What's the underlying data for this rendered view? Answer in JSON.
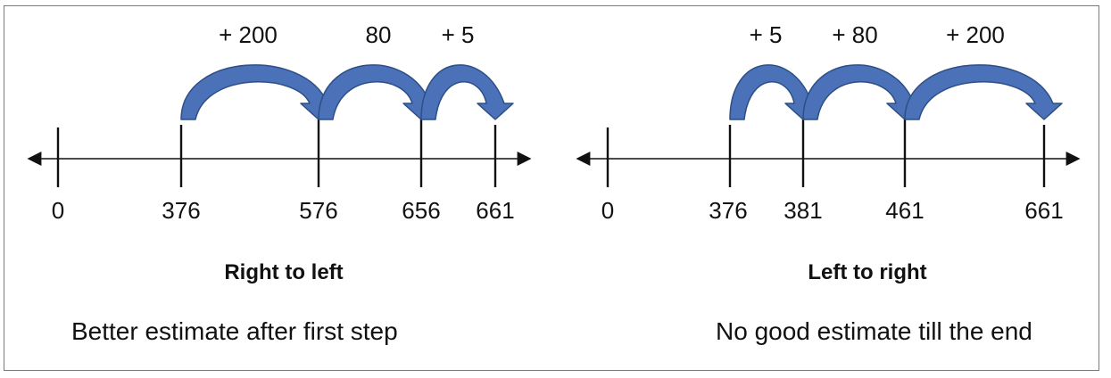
{
  "colors": {
    "arrow_fill": "#4b72b8",
    "arrow_stroke": "#2c4f86",
    "axis": "#111111",
    "text": "#111111"
  },
  "panels": [
    {
      "caption": "Right to left",
      "note": "Better estimate after first step",
      "ticks": [
        {
          "label": "0"
        },
        {
          "label": "376"
        },
        {
          "label": "576"
        },
        {
          "label": "656"
        },
        {
          "label": "661"
        }
      ],
      "jumps": [
        {
          "label": "+ 200"
        },
        {
          "label": "80"
        },
        {
          "label": "+ 5"
        }
      ]
    },
    {
      "caption": "Left to right",
      "note": "No good estimate till the end",
      "ticks": [
        {
          "label": "0"
        },
        {
          "label": "376"
        },
        {
          "label": "381"
        },
        {
          "label": "461"
        },
        {
          "label": "661"
        }
      ],
      "jumps": [
        {
          "label": "+ 5"
        },
        {
          "label": "+ 80"
        },
        {
          "label": "+ 200"
        }
      ]
    }
  ]
}
